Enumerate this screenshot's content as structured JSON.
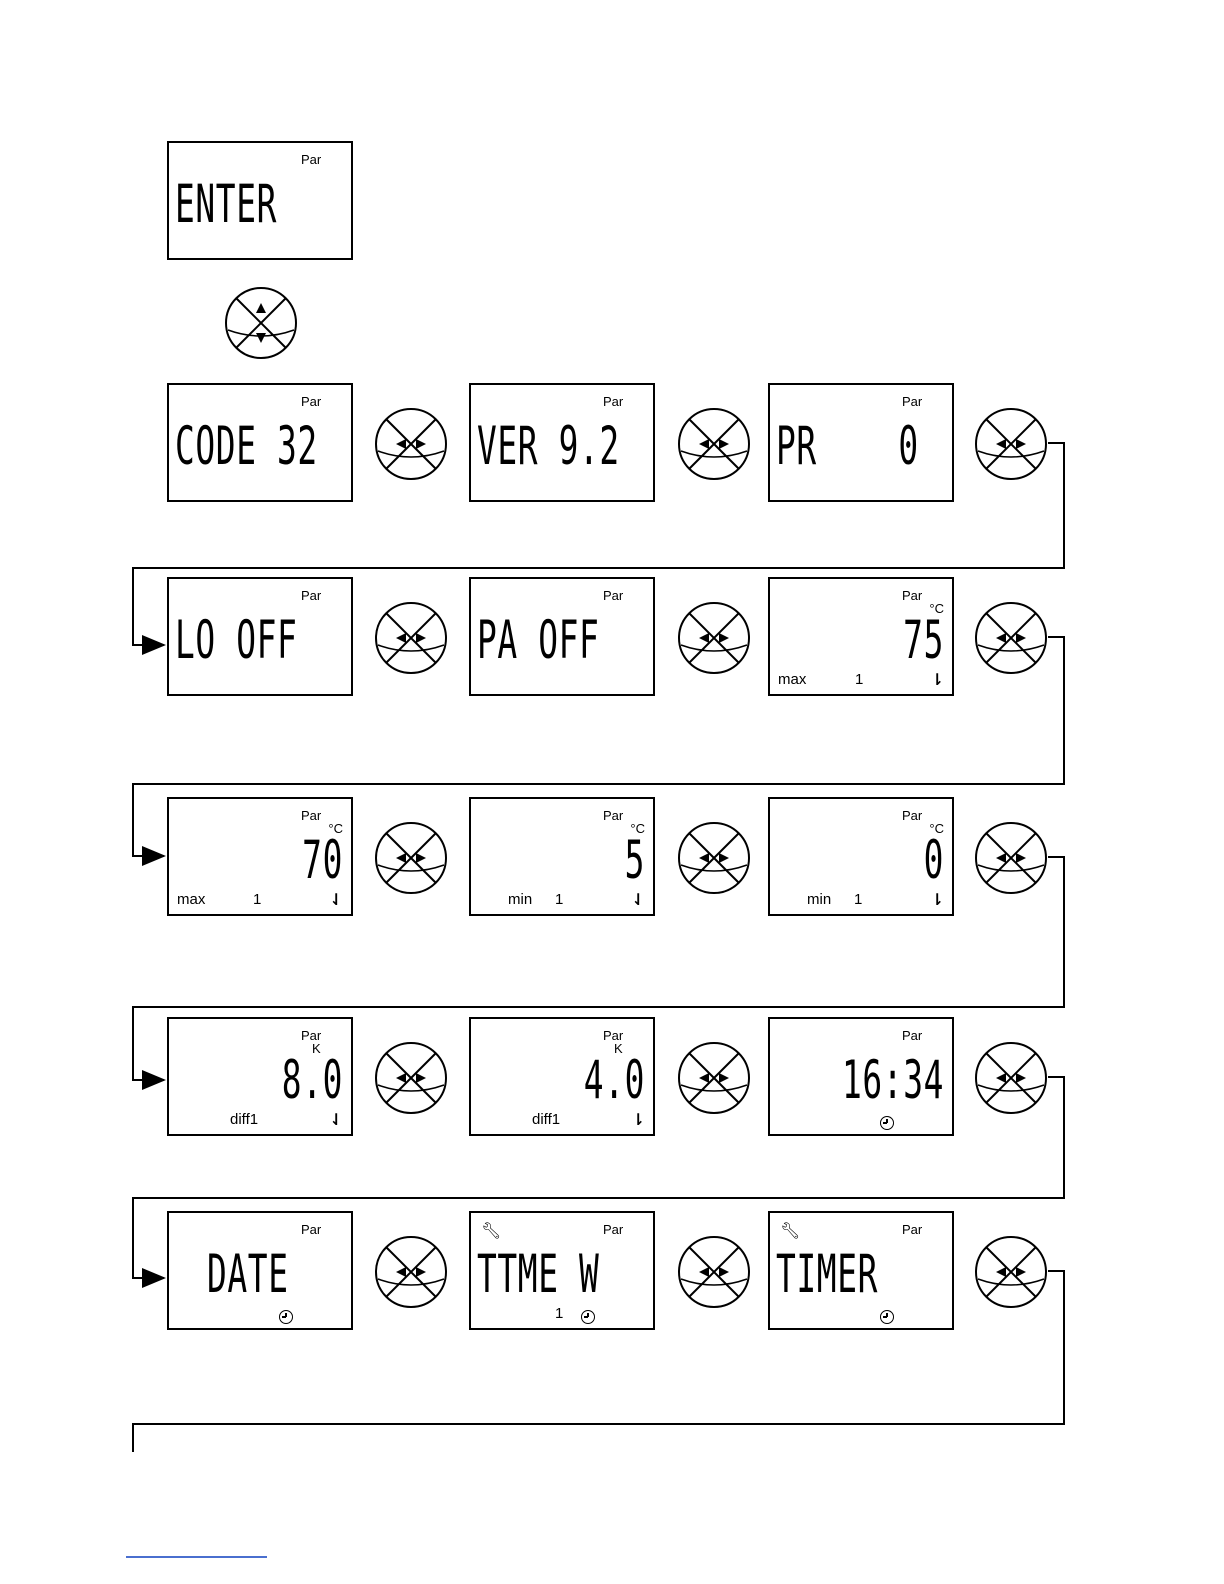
{
  "screens": {
    "enter": {
      "par": "Par",
      "main": "ENTER"
    },
    "code": {
      "par": "Par",
      "main": "CODE 32"
    },
    "ver": {
      "par": "Par",
      "main": "VER 9.2"
    },
    "pr": {
      "par": "Par",
      "main": "PR    0"
    },
    "lo": {
      "par": "Par",
      "main": "LO OFF"
    },
    "pa": {
      "par": "Par",
      "main": "PA OFF"
    },
    "max75": {
      "par": "Par",
      "unit": "°C",
      "main": "75",
      "label": "max",
      "channel": "1",
      "symbol": "⇂"
    },
    "max70": {
      "par": "Par",
      "unit": "°C",
      "main": "70",
      "label": "max",
      "channel": "1",
      "symbol": "⇃"
    },
    "min5": {
      "par": "Par",
      "unit": "°C",
      "main": "5",
      "label": "min",
      "channel": "1",
      "symbol": "⇃"
    },
    "min0": {
      "par": "Par",
      "unit": "°C",
      "main": "0",
      "label": "min",
      "channel": "1",
      "symbol": "⇂"
    },
    "diff80": {
      "par": "Par",
      "unit": "K",
      "main": "8.0",
      "label": "diff1",
      "symbol": "⇃"
    },
    "diff40": {
      "par": "Par",
      "unit": "K",
      "main": "4.0",
      "label": "diff1",
      "symbol": "⇂"
    },
    "time": {
      "par": "Par",
      "main": "16:34"
    },
    "date": {
      "par": "Par",
      "main": "DATE"
    },
    "ttmew": {
      "par": "Par",
      "main": "TTME W",
      "channel": "1"
    },
    "timer": {
      "par": "Par",
      "main": "TIMER"
    }
  }
}
